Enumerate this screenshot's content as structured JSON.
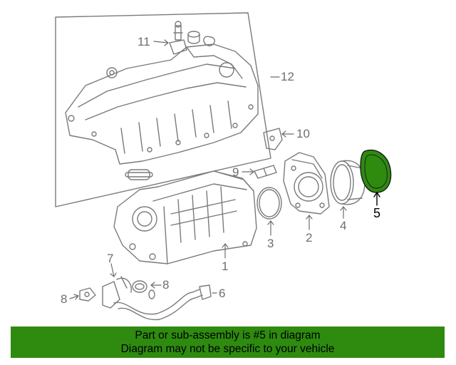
{
  "diagram": {
    "callouts": {
      "c1": "1",
      "c2": "2",
      "c3": "3",
      "c4": "4",
      "c5": "5",
      "c6": "6",
      "c7": "7",
      "c8a": "8",
      "c8b": "8",
      "c9": "9",
      "c10": "10",
      "c11": "11",
      "c12": "12"
    },
    "highlight_part": "5",
    "colors": {
      "line": "#7a7a7a",
      "highlight_fill": "#2e8b10",
      "banner_bg": "#2e8b10",
      "text": "#000000"
    }
  },
  "banner": {
    "line1": "Part or sub-assembly is #5 in diagram",
    "line2": "Diagram may not be specific to your vehicle"
  }
}
